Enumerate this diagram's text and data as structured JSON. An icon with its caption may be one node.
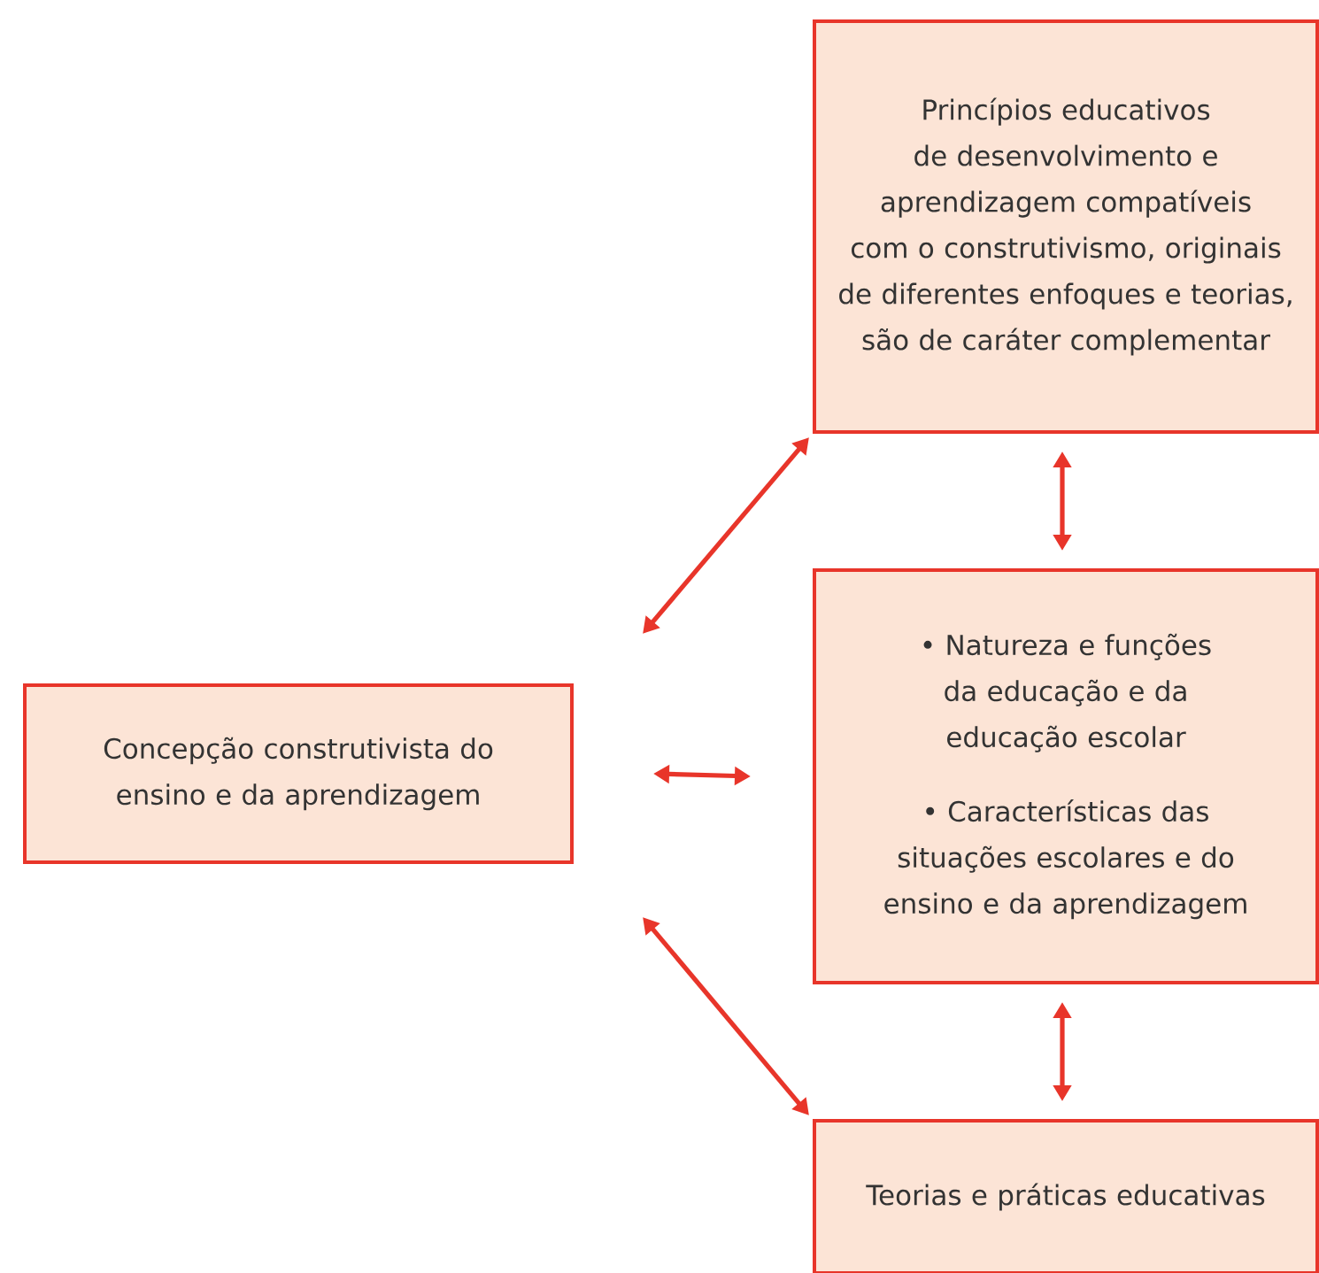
{
  "diagram": {
    "nodes": [
      {
        "text": [
          "Concepção construtivista do ensino e da aprendizagem"
        ]
      },
      {
        "text": [
          "Princípios educativos de desenvolvimento e aprendizagem compatíveis com o construtivismo, originais de diferentes enfoques e teorias, são de caráter complementar"
        ]
      },
      {
        "text": [
          "• Natureza e funções da educação e da educação escolar",
          "• Características das situações escolares e do ensino e da aprendizagem"
        ]
      },
      {
        "text": [
          "Teorias e práticas educativas"
        ]
      }
    ],
    "edges": [
      {
        "from": 0,
        "to": 1,
        "arrow": "both"
      },
      {
        "from": 0,
        "to": 2,
        "arrow": "both"
      },
      {
        "from": 0,
        "to": 3,
        "arrow": "both"
      },
      {
        "from": 1,
        "to": 2,
        "arrow": "both"
      },
      {
        "from": 2,
        "to": 3,
        "arrow": "both"
      }
    ]
  }
}
